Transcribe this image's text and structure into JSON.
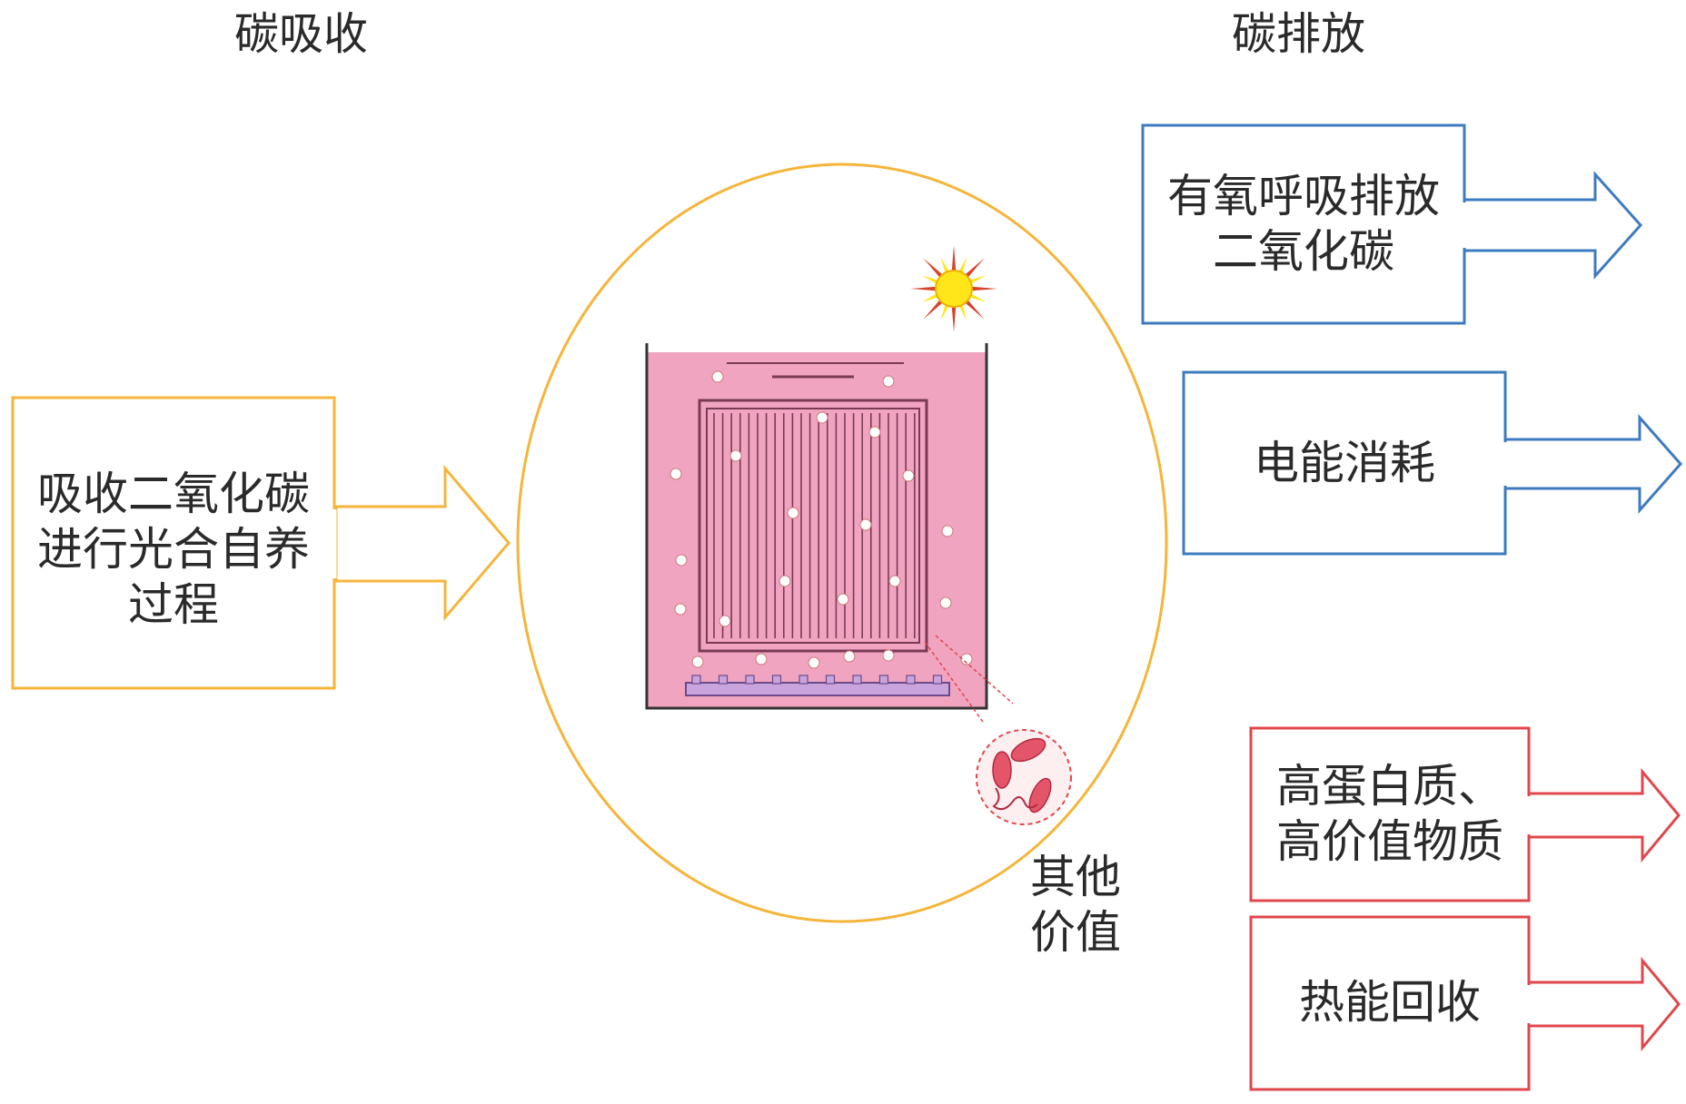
{
  "headers": {
    "left": "碳吸收",
    "right": "碳排放"
  },
  "absorption": {
    "lines": [
      "吸收二氧化碳",
      "进行光合自养",
      "过程"
    ]
  },
  "emissions": [
    {
      "lines": [
        "有氧呼吸排放",
        "二氧化碳"
      ],
      "color": "#3d7bbf"
    },
    {
      "lines": [
        "电能消耗"
      ],
      "color": "#3d7bbf"
    }
  ],
  "values": [
    {
      "lines": [
        "高蛋白质、",
        "高价值物质"
      ],
      "color": "#e0474c"
    },
    {
      "lines": [
        "热能回收"
      ],
      "color": "#e0474c"
    }
  ],
  "other_value": {
    "lines": [
      "其他",
      "价值"
    ]
  },
  "colors": {
    "absorption": "#f5b53a",
    "emission": "#3d7bbf",
    "value": "#e0474c",
    "reactor_fill": "#f0a4c0",
    "sun_core": "#ffe61a",
    "sun_rays": "#d8432a"
  },
  "icons": [
    "sun-icon",
    "microalgae-cells-icon",
    "gas-bubbles-icon"
  ]
}
